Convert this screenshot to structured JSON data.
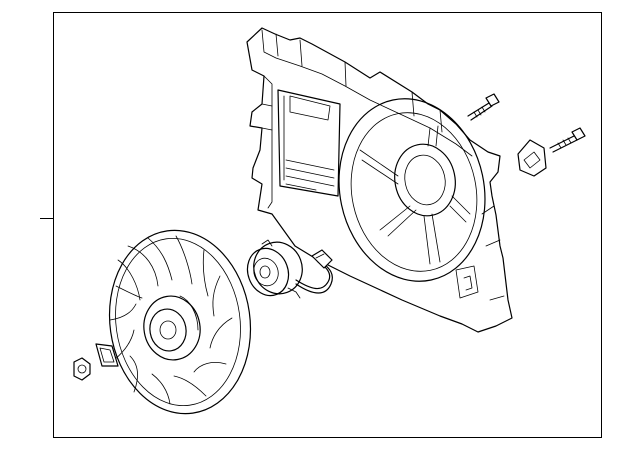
{
  "diagram": {
    "background_color": "#ffffff",
    "line_color": "#000000",
    "parts": [
      {
        "id": "shroud",
        "icon": "fan-shroud-icon"
      },
      {
        "id": "fan-blade",
        "icon": "fan-blade-icon"
      },
      {
        "id": "motor",
        "icon": "fan-motor-icon"
      },
      {
        "id": "wiring",
        "icon": "wire-harness-icon"
      },
      {
        "id": "bolt-upper",
        "icon": "bolt-icon"
      },
      {
        "id": "bolt-right",
        "icon": "bolt-icon"
      },
      {
        "id": "bracket",
        "icon": "mount-bracket-icon"
      },
      {
        "id": "clip",
        "icon": "retaining-clip-icon"
      },
      {
        "id": "nut",
        "icon": "nut-icon"
      }
    ]
  }
}
